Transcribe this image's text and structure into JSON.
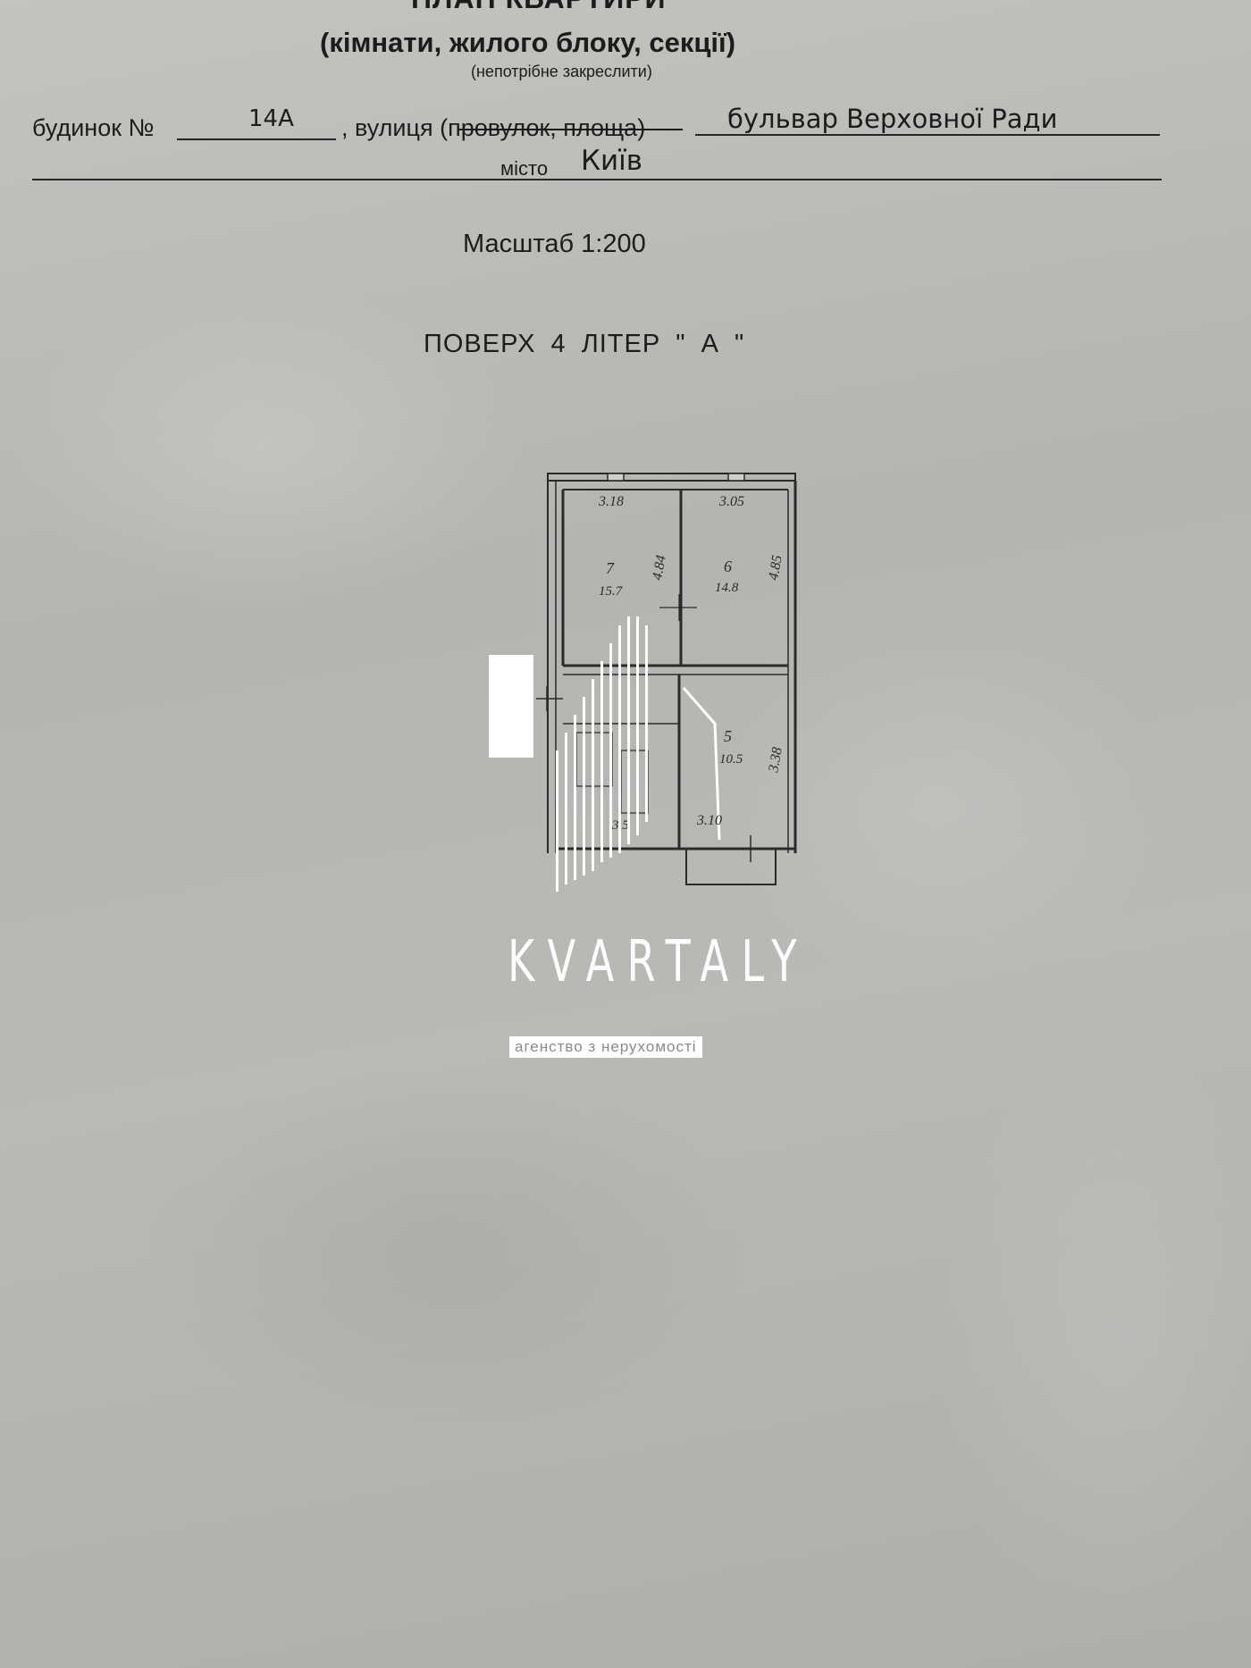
{
  "document": {
    "title": "ПЛАН КВАРТИРИ",
    "subtitle": "(кімнати, жилого блоку, секції)",
    "note": "(непотрібне закреслити)",
    "house_label": "будинок №",
    "house_number": "14А",
    "street_label": ", вулиця (провулок, площа)",
    "street_value": "бульвар Верховної Ради",
    "city_label": "місто",
    "city_value": "Київ",
    "scale": "Масштаб 1:200",
    "floor_line": "ПОВЕРХ 4 ЛІТЕР \" А \""
  },
  "floor_plan": {
    "rooms": [
      {
        "number": "7",
        "area": "15.7",
        "width": "3.18",
        "length": "4.84"
      },
      {
        "number": "6",
        "area": "14.8",
        "width": "3.05",
        "length": "4.85"
      },
      {
        "number": "5",
        "area": "10.5",
        "width": "3.10",
        "length": "3.38"
      }
    ],
    "other_labels": [
      "3.5"
    ]
  },
  "watermark": {
    "brand": "KVARTALY",
    "tagline": "агенство з нерухомості",
    "color": "#ffffff"
  }
}
